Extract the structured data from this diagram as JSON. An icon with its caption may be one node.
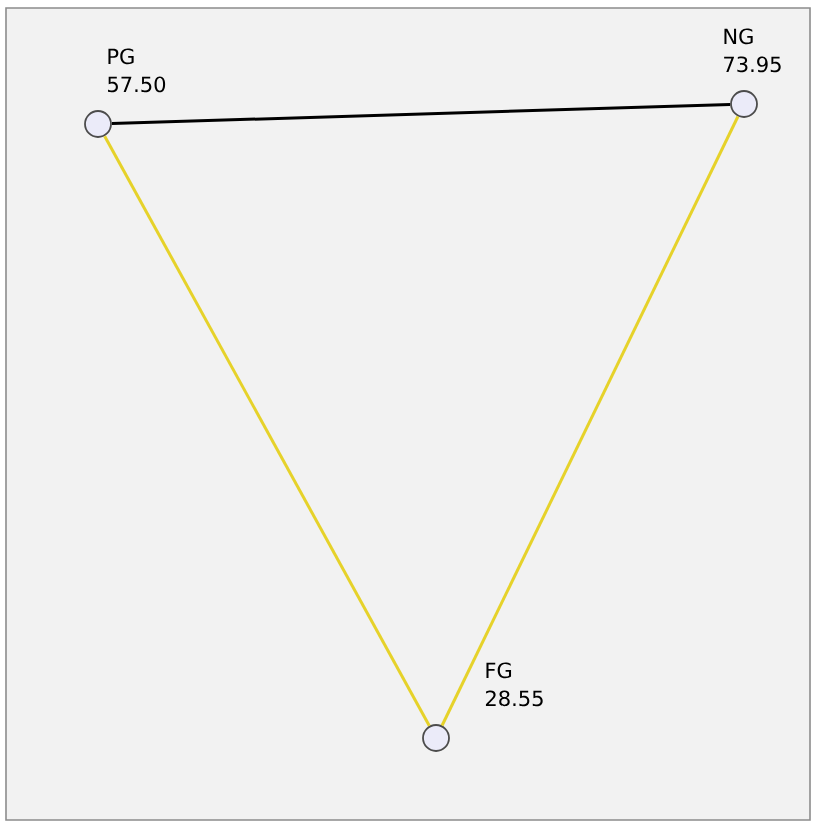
{
  "diagram": {
    "nodes": [
      {
        "text": [],
        "shape": "circle",
        "beside": [
          "PG",
          "57.50"
        ]
      },
      {
        "text": [],
        "shape": "circle",
        "beside": [
          "NG",
          "73.95"
        ]
      },
      {
        "text": [],
        "shape": "circle",
        "beside": [
          "FG",
          "28.55"
        ]
      }
    ],
    "edges": [
      {
        "from": 0,
        "to": 1,
        "arrow": "none",
        "color": "#000000"
      },
      {
        "from": 0,
        "to": 2,
        "arrow": "none"
      },
      {
        "from": 1,
        "to": 2,
        "arrow": "none"
      }
    ]
  }
}
